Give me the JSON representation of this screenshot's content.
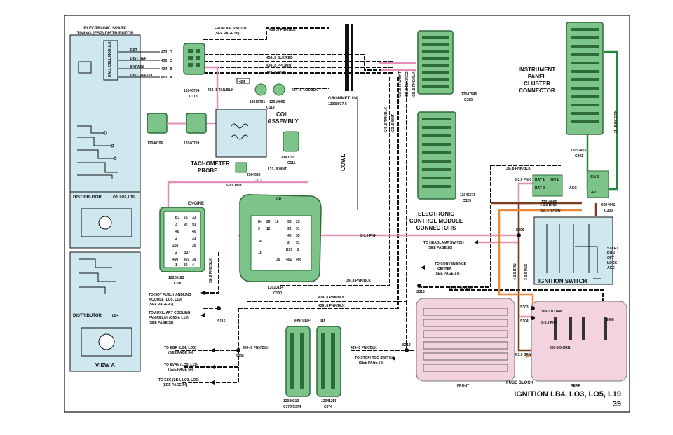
{
  "page": {
    "number": "39",
    "title": "IGNITION LB4, LO3, LO5, L19"
  },
  "distributor_block": {
    "title_line1": "ELECTRONIC SPARK",
    "title_line2": "TIMING (EST) DISTRIBUTOR",
    "module_label": "HALL CELL MODULE",
    "pins": [
      "EST",
      "DIST REF",
      "BYPASS",
      "DIST REF LO"
    ],
    "pin_nums": [
      "423",
      "430",
      "424",
      "453"
    ],
    "pin_letters": [
      "D",
      "C",
      "B",
      "A"
    ],
    "dist_lo_label": "DISTRIBUTOR",
    "dist_lo_sub": "LO3, LO5, L19",
    "dist_lb4_label": "DISTRIBUTOR",
    "dist_lb4_sub": "LB4",
    "view_label": "VIEW A"
  },
  "connectors": {
    "c113_num": "12040754",
    "c113_id": "C113",
    "c114_num": "12010996",
    "c114_id": "C114",
    "c114_part": "12015791",
    "tach_num1": "12040706",
    "tach_num2": "12040709",
    "coil_title": "COIL\nASSEMBLY",
    "coil_line1": "COIL",
    "coil_line2": "ASSEMBLY",
    "c111_num": "12040705",
    "c111_id": "C111",
    "c112_num": "2984528",
    "c112_id": "C112",
    "tach_probe1": "TACHOMETER",
    "tach_probe2": "PROBE",
    "grommet": "GROMMET 100",
    "grommet_num": "12033937-8",
    "cowl": "COWL",
    "c325a_num": "12047946",
    "c325a_id": "C325",
    "c325b_num": "12045575",
    "c325b_id": "C325",
    "ecm_line1": "ELECTRONIC",
    "ecm_line2": "CONTROL MODULE",
    "ecm_line3": "CONNECTORS",
    "ipc_line1": "INSTRUMENT",
    "ipc_line2": "PANEL",
    "ipc_line3": "CLUSTER",
    "ipc_line4": "CONNECTOR",
    "c201_num": "12052415",
    "c201_id": "C201",
    "c100a_num": "12020183",
    "c100a_id": "C100",
    "c100a_label": "ENGINE",
    "c100b_num": "12020184",
    "c100b_id": "C100",
    "c100b_label": "I/P",
    "c373_num": "12020213",
    "c373_id": "C373/C374",
    "c373_label": "ENGINE",
    "c374_num": "12041255",
    "c374_id": "C374",
    "c374_label": "I/P",
    "c303_part1": "12010966",
    "c303_part2": "6294641",
    "c303_id": "C303",
    "ign_switch": "IGNITION SWITCH",
    "fuse_block": "FUSE BLOCK",
    "front": "FRONT",
    "rear": "REAR"
  },
  "wires": {
    "air_switch_from": "FROM AIR SWITCH",
    "air_switch_see": "(SEE PAGE 56)",
    "w439": "439-.8 PNK/BLK",
    "w453": "453-.8 BLK/RED",
    "w430": "430-.8 PPL/WHT",
    "w423": "423-.8 WHT",
    "w424a": "424-.8 TAN/BLK",
    "w424b": "424-.8 TAN/BLK",
    "w424_tag": "424",
    "w121": "121-.8 WHT",
    "w3_33": "3-3.0 PNK",
    "w3_33b": "3-3.0 PNK",
    "w3_33c": "3-3.0 PNK",
    "w39_8": "39-.8 PNK/BLK",
    "w39_8b": "39-.8 PNK/BLK",
    "w39_8c": "39-.8 PNK/BLK",
    "w39_8d": "39-.8 PNK/BLK",
    "w439b": "439-.8 PNK/BLK",
    "w439c": "439-.8 PNK/BLK",
    "w439d": "439-.8 PNK/BLK",
    "w439e": "439-.8 PNK/BLK",
    "w43_brn": "4-3.0 BRN",
    "w43_brn2": "4-3.0 BRN",
    "w43_brn3": "4-3.0 BRN",
    "w300a": "300-3.0 ORN",
    "w300b": "300-3.0 ORN",
    "w300c": "300-3.0 ORN",
    "w3_33d": "3-3.0 PNK",
    "w358": "35-.8 DK GRN",
    "v424": "424-.8 TAN/BLK",
    "v423": "423-.8 WHT",
    "v430": "430-.8 PPL/WHT",
    "v453": "453-.8 BLK/RED",
    "v439": "439-.8 PNK/BLK"
  },
  "splices": [
    "S115",
    "S338",
    "S313",
    "S312",
    "S306",
    "S303",
    "S304",
    "S305"
  ],
  "refs": {
    "hot_fuel1": "TO HOT FUEL HANDLING",
    "hot_fuel2": "MODULE (LO5, L19)",
    "hot_fuel3": "(SEE PAGE 42)",
    "aux1": "TO AUXILIARY COOLING",
    "aux2": "FAN RELAY (C60 & L19)",
    "aux3": "(SEE PAGE 52)",
    "egr1": "TO EGR (LB4, LO3)",
    "egr2": "(SEE PAGE 54)",
    "evrv1": "TO EVRV (LO5, L19)",
    "evrv2": "(SEE PAGE 54)",
    "esc1": "TO ESC (LB4, LO3, LO5)",
    "esc2": "(SEE PAGE 54)",
    "tcc1": "TO STOP/ TCC SWITCH",
    "tcc2": "(SEE PAGE 78)",
    "head1": "TO HEADLAMP SWITCH",
    "head2": "(SEE PAGE 20)",
    "conv1": "TO CONVENIENCE",
    "conv2": "CENTER",
    "conv3": "(SEE PAGE 17)"
  },
  "ign_switch_positions": [
    "START",
    "RUN",
    "OFF",
    "LOCK",
    "ACC"
  ],
  "ign_terminals": [
    "BAT 1",
    "BAT 2",
    "IGN 1",
    "IGN 3",
    "ACC",
    "GRD"
  ],
  "c100_grid": [
    [
      "B1",
      "25",
      "33"
    ],
    [
      "3",
      "92",
      "91"
    ],
    [
      "40",
      "",
      "40"
    ],
    [
      "2",
      "",
      "31"
    ],
    [
      "250",
      "",
      "35"
    ],
    [
      "2",
      "B37",
      ""
    ],
    [
      "490",
      "401",
      "39"
    ],
    [
      "1",
      "39",
      "4"
    ]
  ],
  "c100b_grid": [
    [
      "84",
      "29",
      "16"
    ],
    [
      "3",
      "12",
      ""
    ],
    [
      "",
      "",
      "33",
      "25"
    ],
    [
      "",
      "",
      "",
      "92",
      "91"
    ],
    [
      "30",
      "",
      "",
      "40",
      "35"
    ],
    [
      "",
      "",
      "",
      "2",
      "31"
    ],
    [
      "18",
      "",
      "",
      "B37",
      "2"
    ],
    [
      "",
      "",
      "39",
      "401",
      "490"
    ]
  ],
  "colors": {
    "panel_blue": "#cfe8ef",
    "connector_green": "#7cc48a",
    "connector_dark": "#2d6b3a",
    "wire_pink": "#e58fb8",
    "wire_orange": "#e8883a",
    "wire_brown": "#7a3b1e",
    "wire_green": "#1f8a3a",
    "fuse_pink": "#f2d3df"
  }
}
